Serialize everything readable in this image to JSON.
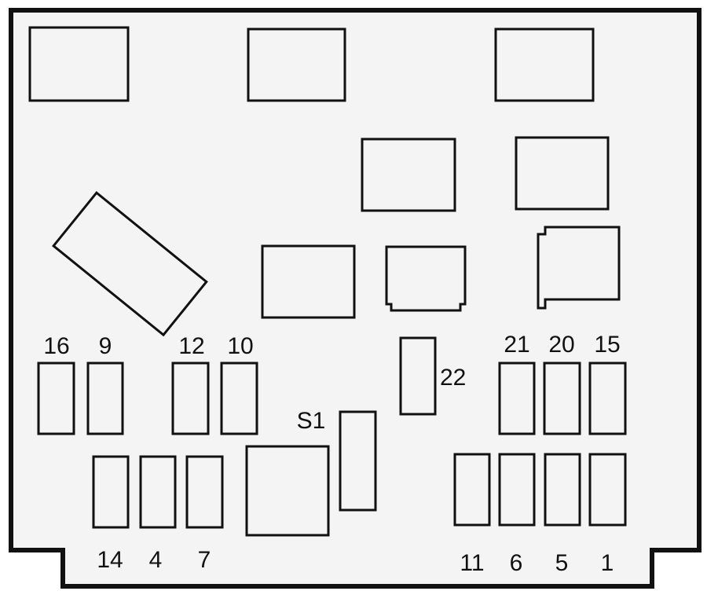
{
  "colors": {
    "background": "#f4f4f4",
    "stroke": "#111111"
  },
  "labels": {
    "fuse_16": "16",
    "fuse_9": "9",
    "fuse_12": "12",
    "fuse_10": "10",
    "fuse_21": "21",
    "fuse_20": "20",
    "fuse_15": "15",
    "fuse_22": "22",
    "fuse_s1": "S1",
    "fuse_14": "14",
    "fuse_4": "4",
    "fuse_7": "7",
    "fuse_11": "11",
    "fuse_6": "6",
    "fuse_5": "5",
    "fuse_1": "1"
  }
}
